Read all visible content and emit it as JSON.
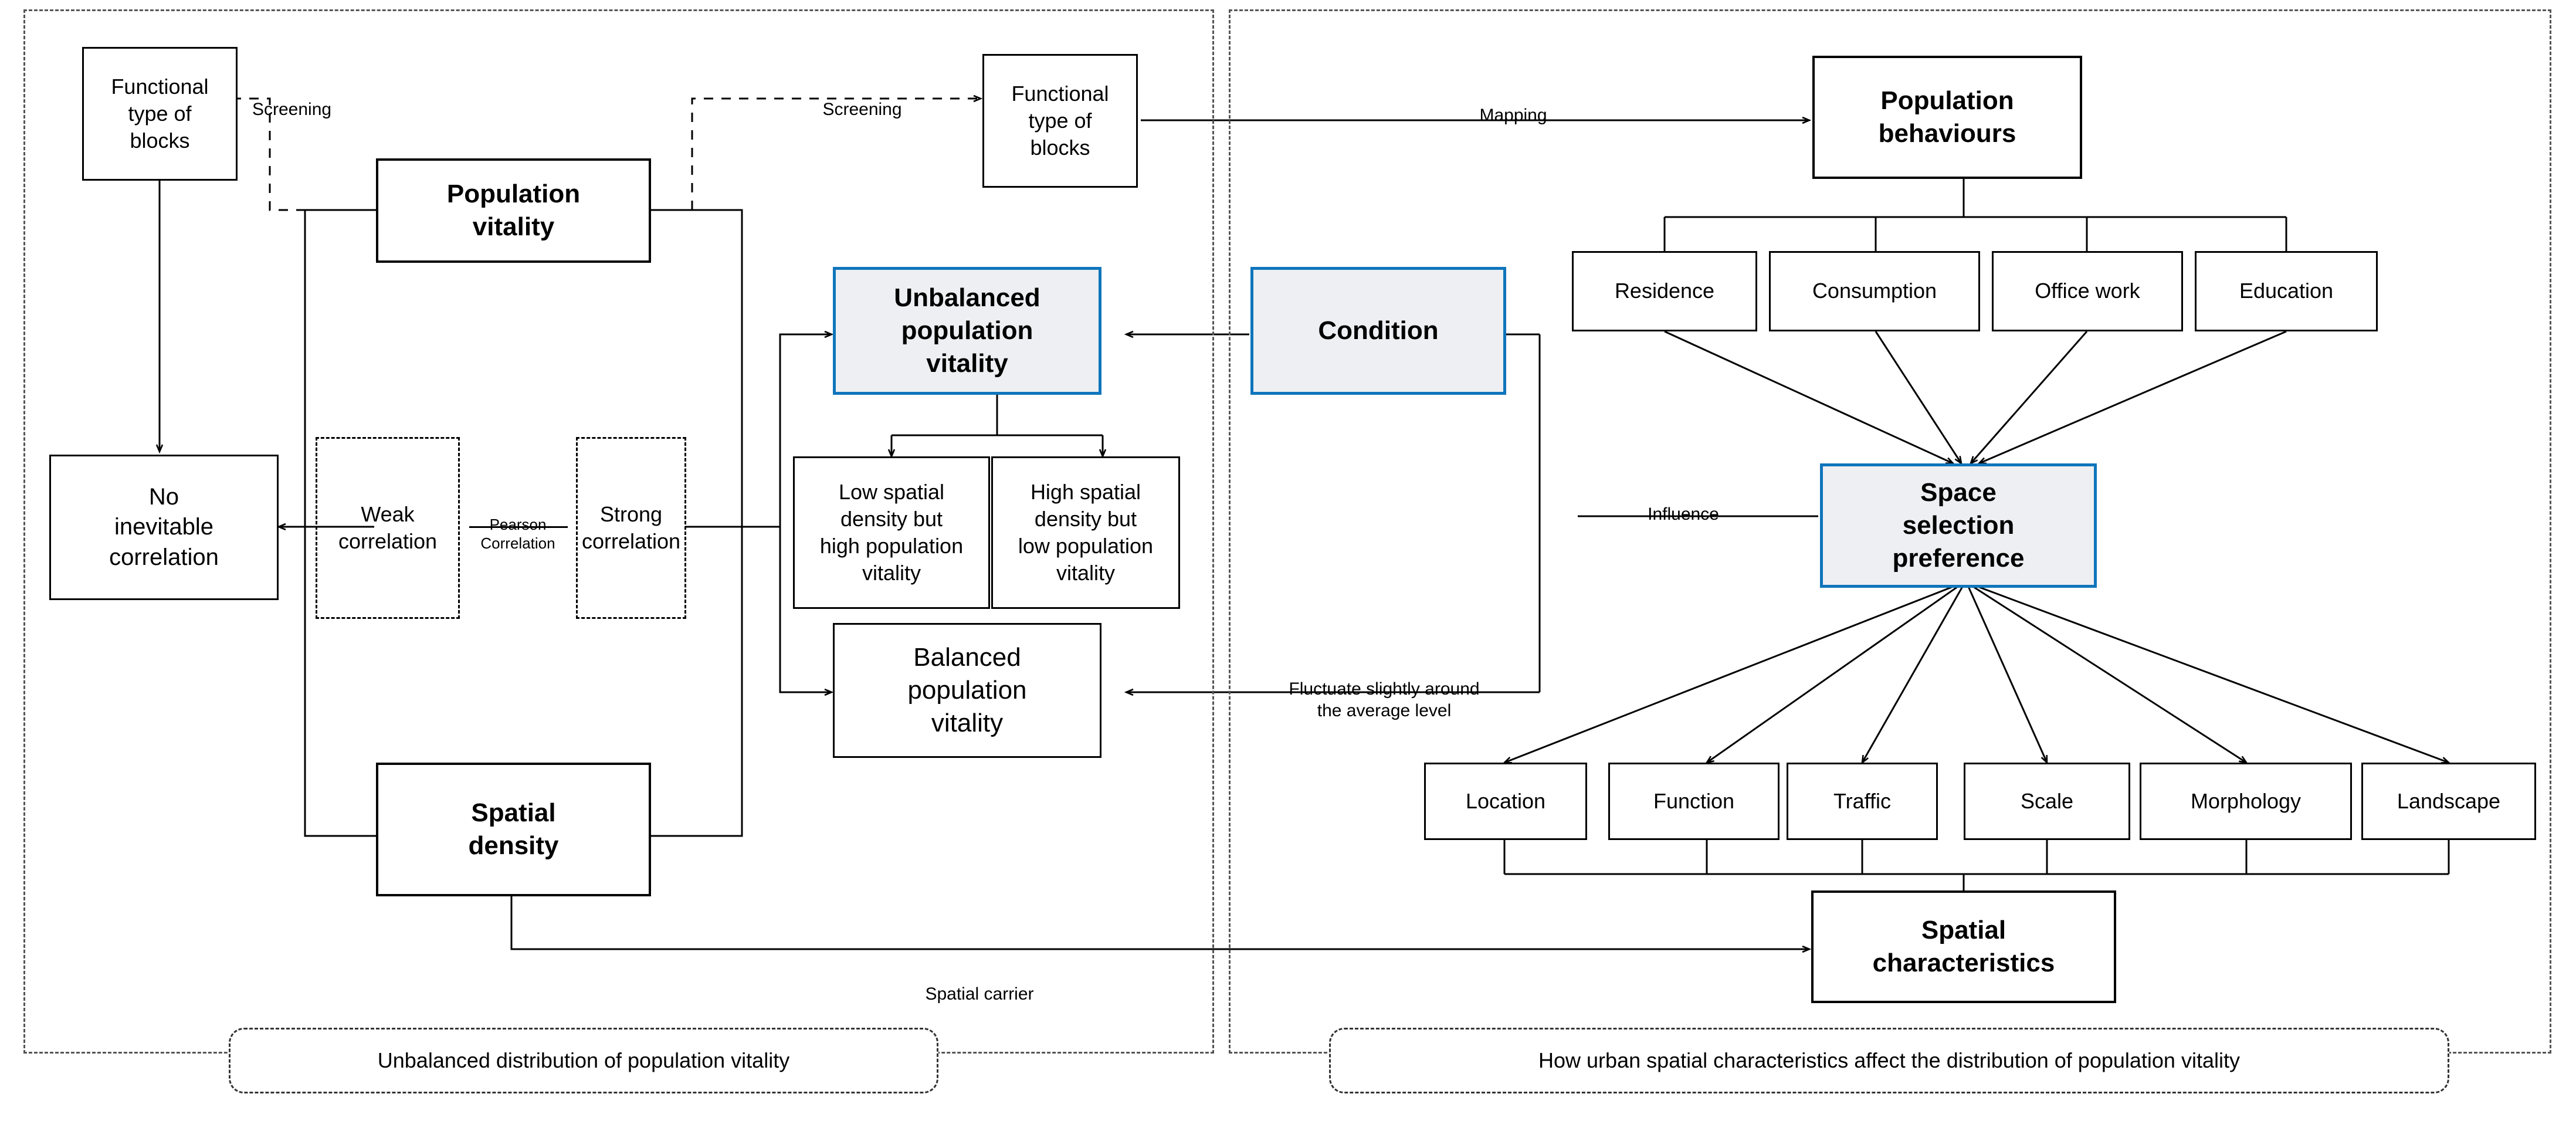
{
  "diagram": {
    "panels": [
      {
        "id": "left",
        "caption": "Unbalanced distribution of population vitality"
      },
      {
        "id": "right",
        "caption": "How urban spatial characteristics affect the distribution of population vitality"
      }
    ],
    "nodes": {
      "functional_type_left": "Functional\ntype of\nblocks",
      "functional_type_right": "Functional\ntype of\nblocks",
      "population_vitality": "Population\nvitality",
      "spatial_density": "Spatial\ndensity",
      "no_inevitable": "No\ninevitable\ncorrelation",
      "weak_correlation": "Weak\ncorrelation",
      "strong_correlation": "Strong\ncorrelation",
      "pearson": "Pearson\nCorrelation",
      "unbalanced": "Unbalanced\npopulation\nvitality",
      "balanced": "Balanced\npopulation\nvitality",
      "low_density_high_vit": "Low spatial\ndensity but\nhigh population\nvitality",
      "high_density_low_vit": "High spatial\ndensity but\nlow population\nvitality",
      "condition": "Condition",
      "population_behaviours": "Population\nbehaviours",
      "space_selection": "Space\nselection\npreference",
      "spatial_characteristics": "Spatial\ncharacteristics"
    },
    "behaviours": [
      "Residence",
      "Consumption",
      "Office work",
      "Education"
    ],
    "characteristics": [
      "Location",
      "Function",
      "Traffic",
      "Scale",
      "Morphology",
      "Landscape"
    ],
    "edge_labels": {
      "screening_left": "Screening",
      "screening_right": "Screening",
      "mapping": "Mapping",
      "influence": "Influence",
      "fluctuate": "Fluctuate slightly around\nthe average level",
      "spatial_carrier": "Spatial carrier"
    },
    "colors": {
      "accent": "#0F75BC",
      "accent_fill": "#EDEFF2",
      "stroke": "#000000",
      "panel_border": "#555555"
    }
  }
}
